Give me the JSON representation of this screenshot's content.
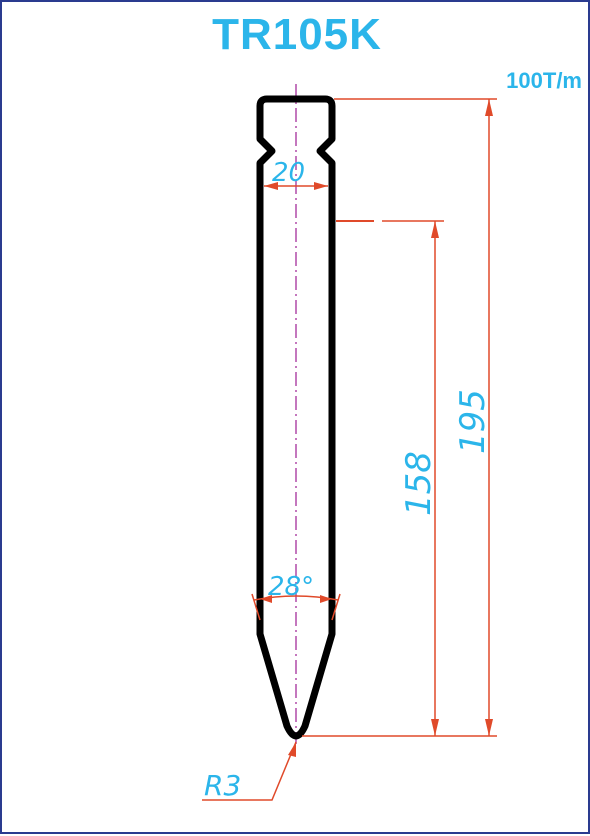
{
  "drawing": {
    "title": "TR105K",
    "capacity": "100T/m",
    "dimensions": {
      "width": "20",
      "overall_height": "195",
      "working_height": "158",
      "angle": "28°",
      "radius": "R3"
    },
    "colors": {
      "title": "#2bb5ea",
      "outline": "#000000",
      "dimension_lines": "#e04a2a",
      "centerline": "#b04aa8",
      "border": "#2a3b8f"
    }
  }
}
